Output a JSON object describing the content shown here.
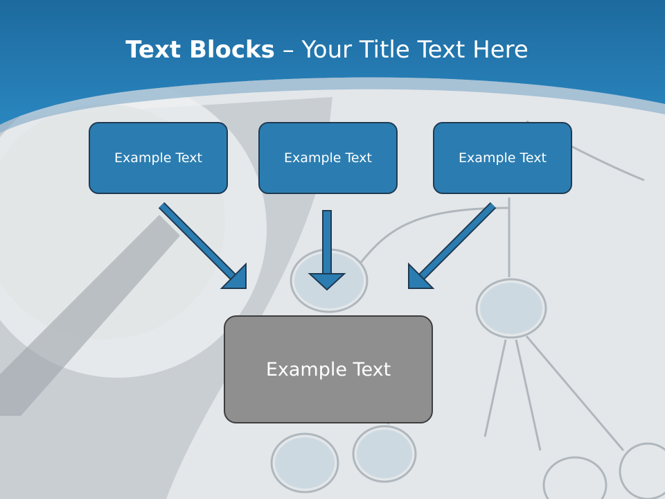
{
  "slide": {
    "title_bold": "Text Blocks",
    "title_dash": " – ",
    "title_rest": "Your Title Text Here",
    "top_boxes": [
      {
        "label": "Example Text"
      },
      {
        "label": "Example Text"
      },
      {
        "label": "Example Text"
      }
    ],
    "main_box": {
      "label": "Example Text"
    },
    "colors": {
      "header_blue": "#2b7db1",
      "box_blue": "#2b7db1",
      "box_border": "#1f3a52",
      "main_box_gray": "#8f8f8f",
      "arrow_fill": "#2b7db1"
    }
  }
}
